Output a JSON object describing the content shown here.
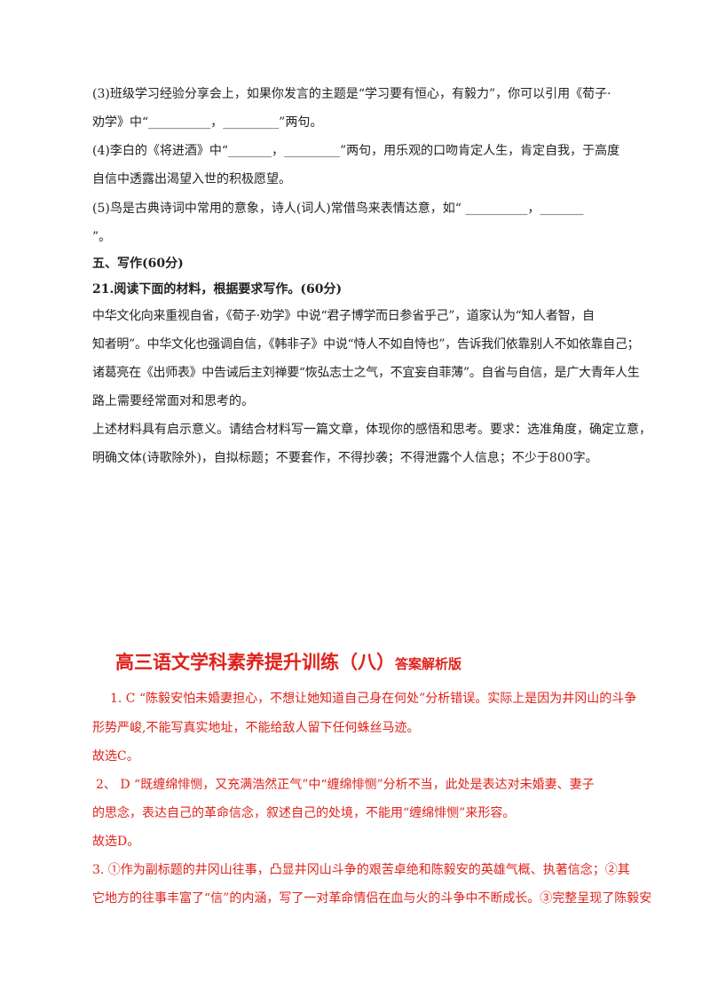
{
  "writing_section": {
    "items": [
      "(3)班级学习经验分享会上，如果你发言的主题是“学习要有恒心，有毅力”，你可以引用《荀子·",
      "劝学》中“__________，_________”两句。",
      "(4)李白的《将进酒》中“_______，_________”两句，用乐观的口吻肯定人生，肯定自我，于高度",
      "自信中透露出渴望入世的积极愿望。",
      "(5)鸟是古典诗词中常用的意象，诗人(词人)常借鸟来表情达意，如“  __________，_______",
      "”。"
    ],
    "section_heading": "五、写作(60分)",
    "question_heading": "21.阅读下面的材料，根据要求写作。(60分)",
    "material": [
      "中华文化向来重视自省，《荀子·劝学》中说“君子博学而日参省乎己”，道家认为“知人者智，自",
      "知者明”。中华文化也强调自信，《韩非子》中说“恃人不如自恃也”，告诉我们依靠别人不如依靠自己；",
      "诸葛亮在《出师表》中告诫后主刘禅要“恢弘志士之气，不宜妄自菲薄”。自省与自信，是广大青年人生",
      "路上需要经常面对和思考的。",
      "上述材料具有启示意义。请结合材料写一篇文章，体现你的感悟和思考。要求：选准角度，确定立意，",
      "明确文体(诗歌除外)，自拟标题；不要套作，不得抄袭；不得泄露个人信息；不少于800字。"
    ]
  },
  "answer_title": {
    "main": "高三语文学科素养提升训练（八）",
    "sub": "答案解析版"
  },
  "answers": [
    "1.  C  “陈毅安怕未婚妻担心，不想让她知道自己身在何处”分析错误。实际上是因为井冈山的斗争",
    "形势严峻,不能写真实地址，不能给敌人留下任何蛛丝马迹。",
    "故选C。",
    "2、  D    “既缠绵悱恻，又充满浩然正气”中“缠绵悱恻”分析不当，此处是表达对未婚妻、妻子",
    "的思念，表达自己的革命信念，叙述自己的处境，不能用“缠绵悱恻”来形容。",
    "故选D。",
    "3.  ①作为副标题的井冈山往事，凸显井冈山斗争的艰苦卓绝和陈毅安的英雄气概、执著信念；②其",
    "它地方的往事丰富了“信”的内涵，写了一对革命情侣在血与火的斗争中不断成长。③完整呈现了陈毅安"
  ]
}
